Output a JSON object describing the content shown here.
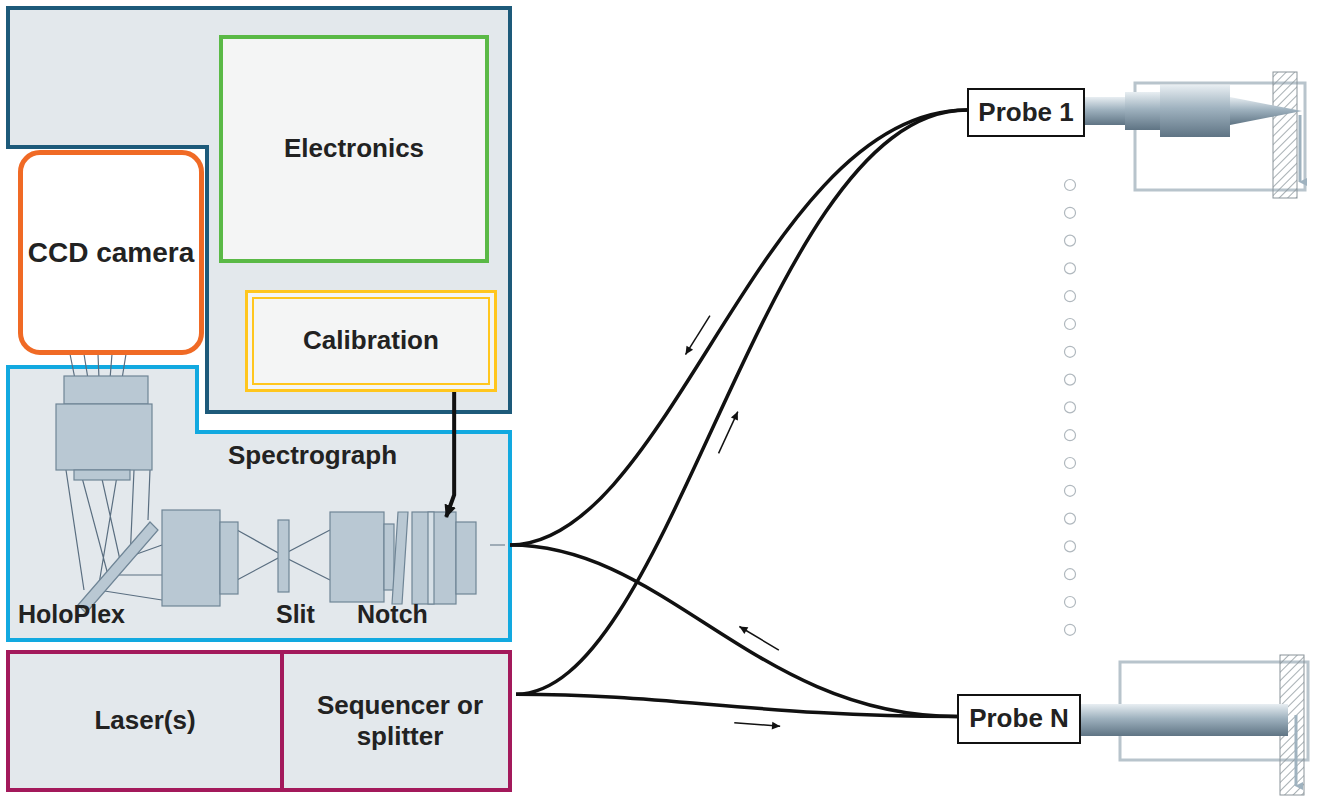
{
  "diagram": {
    "nodes": [
      {
        "text": [
          "CCD camera"
        ]
      },
      {
        "text": [
          "Electronics"
        ]
      },
      {
        "text": [
          "Calibration"
        ]
      },
      {
        "text": [
          "Spectrograph"
        ]
      },
      {
        "text": [
          "Laser(s)"
        ]
      },
      {
        "text": [
          "Sequencer or splitter"
        ]
      },
      {
        "text": [
          "Probe 1"
        ]
      },
      {
        "text": [
          "Probe N"
        ]
      }
    ],
    "edges": [
      {
        "from": 2,
        "to": 3,
        "arrow": "to"
      },
      {
        "from": 6,
        "to": 3,
        "arrow": "to"
      },
      {
        "from": 5,
        "to": 6,
        "arrow": "to"
      },
      {
        "from": 7,
        "to": 3,
        "arrow": "to"
      },
      {
        "from": 5,
        "to": 7,
        "arrow": "to"
      }
    ],
    "labels": [
      "HoloPlex",
      "Slit",
      "Notch"
    ]
  }
}
